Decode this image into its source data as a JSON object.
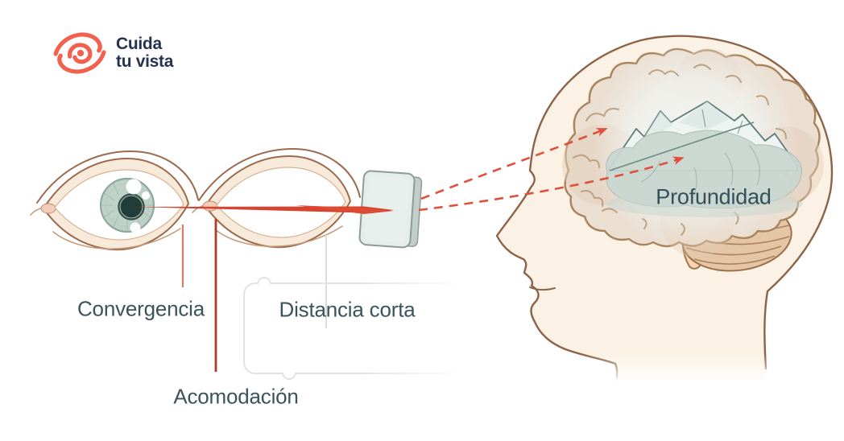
{
  "brand": {
    "icon": "eye-spiral-icon",
    "name_line1": "Cuida",
    "name_line2": "tu vista",
    "icon_color": "#F4604E",
    "text_color": "#273250"
  },
  "diagram": {
    "labels": {
      "convergencia": "Convergencia",
      "distancia_corta": "Distancia corta",
      "acomodacion": "Acomodación",
      "profundidad": "Profundidad"
    },
    "colors": {
      "beam_red": "#D7432E",
      "dashed_arrow_red": "#E0503C",
      "convergencia_line_red": "#D97C66",
      "acomodacion_line_red": "#B23A28",
      "label_text": "#3B545C",
      "skin": "#FBF2E5",
      "outline_brown": "#8C6346",
      "brain_fill": "#EBDFD2",
      "mountain_green": "#C9D7D0",
      "screen_fill": "#E4EDE9"
    }
  }
}
